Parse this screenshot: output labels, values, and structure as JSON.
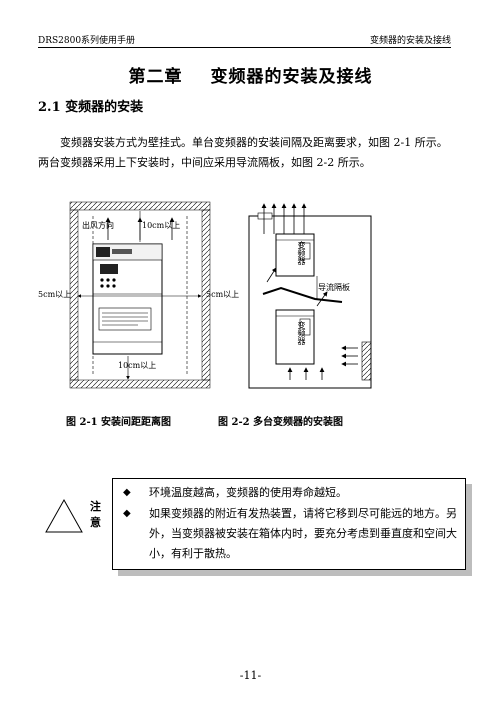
{
  "header": {
    "left": "DRS2800系列使用手册",
    "right": "变频器的安装及接线"
  },
  "chapter": {
    "number": "第二章",
    "title": "变频器的安装及接线"
  },
  "section": {
    "title": "2.1 变频器的安装"
  },
  "paragraph": "变频器安装方式为壁挂式。单台变频器的安装间隔及距离要求，如图 2-1 所示。两台变频器采用上下安装时，中间应采用导流隔板，如图 2-2 所示。",
  "figure1": {
    "airflow_label": "出风方向",
    "top_clearance": "10cm以上",
    "left_clearance": "5cm以上",
    "right_clearance": "5cm以上",
    "bottom_clearance": "10cm以上",
    "caption": "图 2-1 安装间距距离图"
  },
  "figure2": {
    "upper_unit": "变频器",
    "lower_unit": "变频器",
    "baffle_label": "导流隔板",
    "caption": "图 2-2 多台变频器的安装图"
  },
  "note": {
    "label": "注意",
    "items": [
      "环境温度越高，变频器的使用寿命越短。",
      "如果变频器的附近有发热装置，请将它移到尽可能远的地方。另外，当变频器被安装在箱体内时，要充分考虑到垂直度和空间大小，有利于散热。"
    ]
  },
  "page_number": "-11-"
}
